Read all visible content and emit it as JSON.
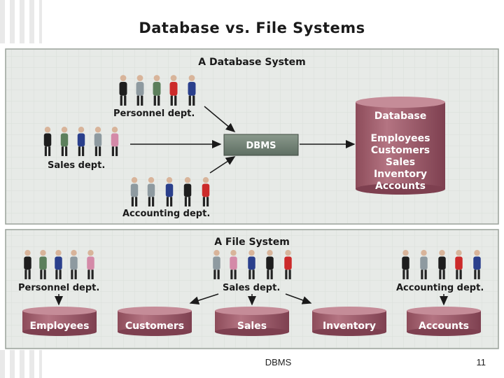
{
  "slide": {
    "title": "Database vs. File Systems",
    "footer_text": "DBMS",
    "page_number": "11"
  },
  "database_system": {
    "title": "A Database System",
    "departments": [
      "Personnel dept.",
      "Sales dept.",
      "Accounting dept."
    ],
    "dbms_label": "DBMS",
    "database_label": "Database",
    "database_contents": [
      "Employees",
      "Customers",
      "Sales",
      "Inventory",
      "Accounts"
    ]
  },
  "file_system": {
    "title": "A File System",
    "departments": [
      "Personnel dept.",
      "Sales dept.",
      "Accounting dept."
    ],
    "files": [
      "Employees",
      "Customers",
      "Sales",
      "Inventory",
      "Accounts"
    ]
  },
  "colors": {
    "panel_bg": "#e6e9e6",
    "cylinder": "#a86472",
    "dbms_box": "#6f7f72"
  }
}
